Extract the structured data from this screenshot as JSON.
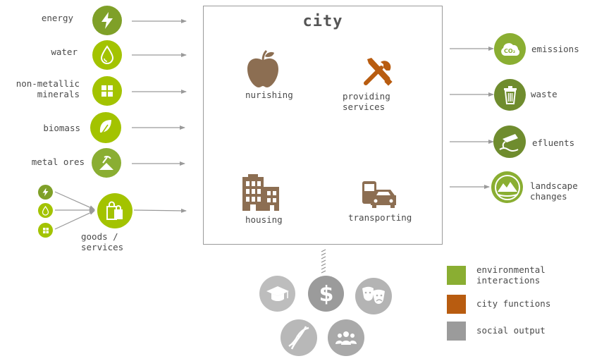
{
  "colors": {
    "environmental": "#8aae32",
    "city_functions": "#b85c10",
    "social_output": "#9b9b9b",
    "brown_icon": "#8c6e52",
    "green_light": "#a3c300",
    "green_dark": "#6f8c2e"
  },
  "inputs": [
    {
      "label": "energy",
      "icon": "lightning-icon"
    },
    {
      "label": "water",
      "icon": "water-drop-icon"
    },
    {
      "label": "non-metallic\nminerals",
      "icon": "tiles-icon"
    },
    {
      "label": "biomass",
      "icon": "leaf-icon"
    },
    {
      "label": "metal ores",
      "icon": "pickaxe-mountain-icon"
    }
  ],
  "goods": {
    "label": "goods /\nservices",
    "icon": "shopping-bags-icon"
  },
  "city": {
    "title": "city",
    "functions": [
      {
        "label": "nurishing",
        "icon": "apple-icon"
      },
      {
        "label": "providing\nservices",
        "icon": "tools-icon"
      },
      {
        "label": "housing",
        "icon": "buildings-icon"
      },
      {
        "label": "transporting",
        "icon": "truck-car-icon"
      }
    ]
  },
  "outputs": [
    {
      "label": "emissions",
      "icon": "co2-icon"
    },
    {
      "label": "waste",
      "icon": "trash-icon"
    },
    {
      "label": "efluents",
      "icon": "pipe-effluent-icon"
    },
    {
      "label": "landscape\nchanges",
      "icon": "mountain-landscape-icon"
    }
  ],
  "social": [
    {
      "icon": "graduation-cap-icon"
    },
    {
      "icon": "dollar-icon"
    },
    {
      "icon": "theater-masks-icon"
    },
    {
      "icon": "dna-icon"
    },
    {
      "icon": "people-icon"
    }
  ],
  "legend": [
    {
      "label": "environmental\ninteractions",
      "color": "#8aae32"
    },
    {
      "label": "city functions",
      "color": "#b85c10"
    },
    {
      "label": "social output",
      "color": "#9b9b9b"
    }
  ]
}
